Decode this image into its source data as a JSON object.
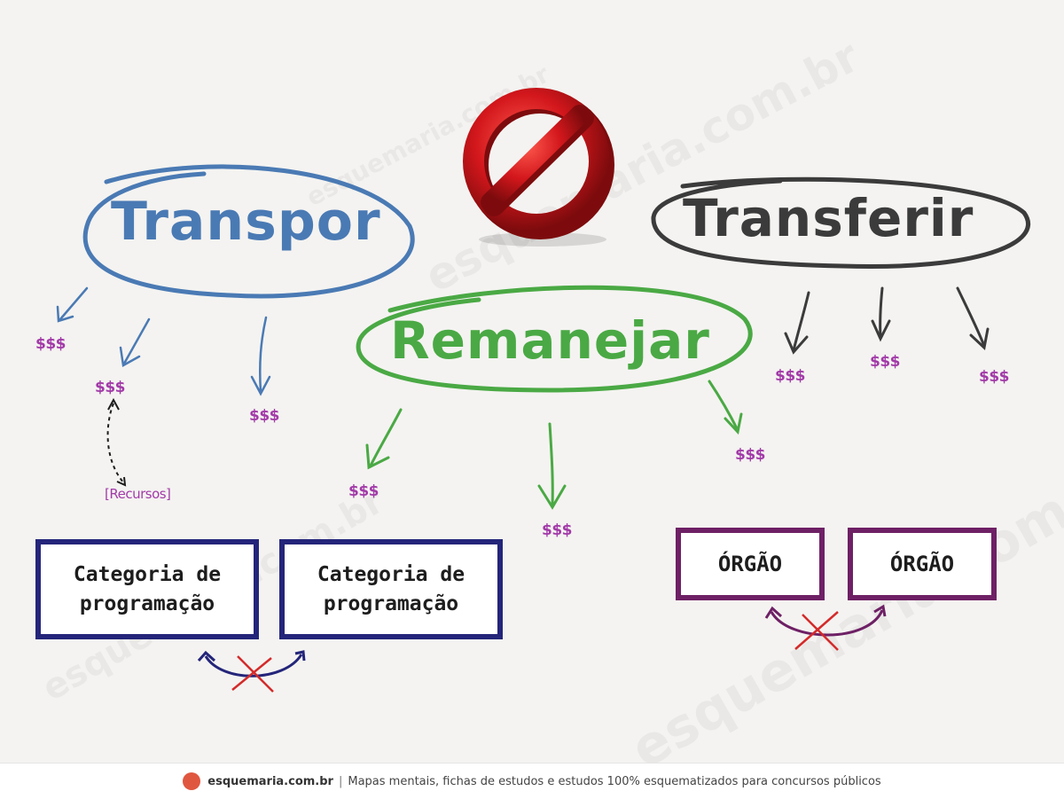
{
  "watermark_text": "esquemaria.com.br",
  "words": {
    "transpor": "Transpor",
    "remanejar": "Remanejar",
    "transferir": "Transferir"
  },
  "money_label": "$$$",
  "recursos_label": "[Recursos]",
  "boxes": {
    "categoria_line1": "Categoria de",
    "categoria_line2": "programação",
    "orgao": "ÓRGÃO"
  },
  "colors": {
    "transpor": "#4a7ab4",
    "remanejar": "#4aa944",
    "transferir": "#3b3b3b",
    "money": "#a23aa8",
    "navy": "#24257a",
    "purple": "#6e2065",
    "prohibited": "#d0191c",
    "cross": "#d42a2a"
  },
  "icons": {
    "prohibited": "prohibited-sign-icon"
  },
  "footer": {
    "site": "esquemaria.com.br",
    "separator": "|",
    "tagline": "Mapas mentais, fichas de estudos e estudos 100% esquematizados para concursos públicos"
  }
}
